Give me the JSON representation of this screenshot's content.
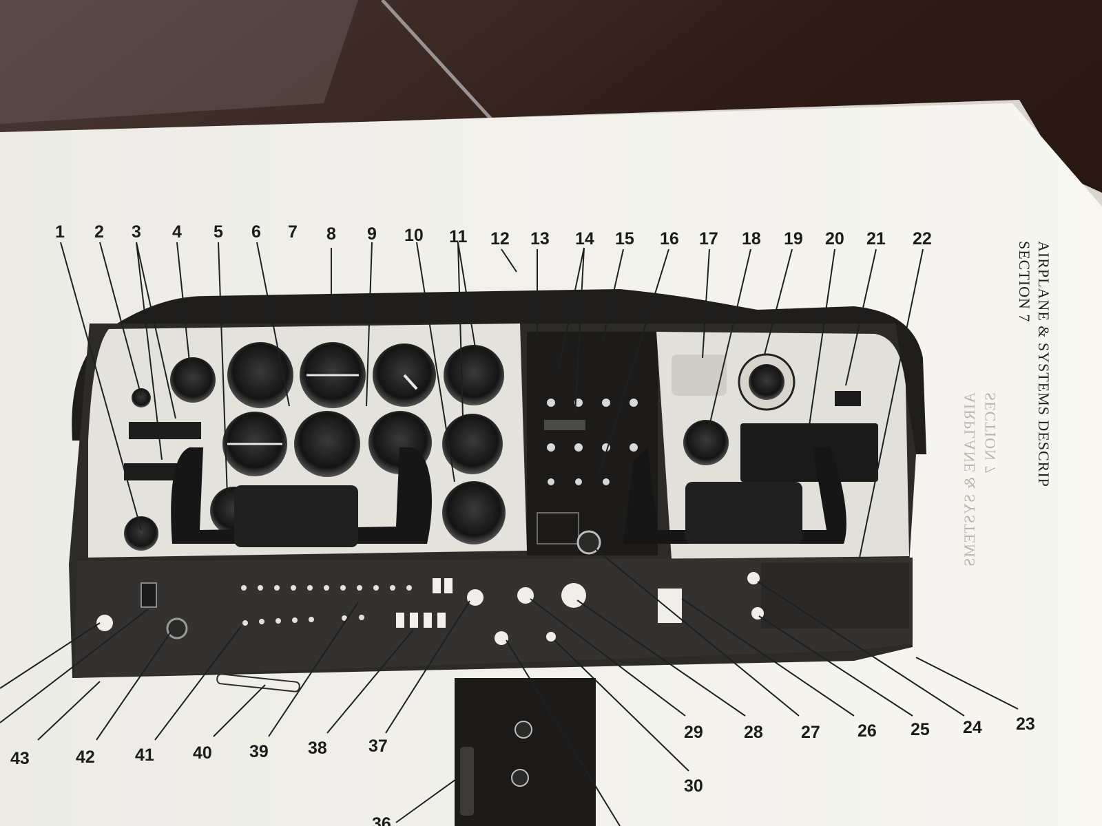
{
  "header": {
    "section": "SECTION 7",
    "title": "AIRPLANE & SYSTEMS DESCRIP"
  },
  "bleed_through": {
    "line1": "AIRPLANE & SYSTEMS",
    "line2": "SECTION 7"
  },
  "callouts": [
    "1",
    "2",
    "3",
    "4",
    "5",
    "6",
    "7",
    "8",
    "9",
    "10",
    "11",
    "12",
    "13",
    "14",
    "15",
    "16",
    "17",
    "18",
    "19",
    "20",
    "21",
    "22",
    "23",
    "24",
    "25",
    "26",
    "27",
    "28",
    "29",
    "30",
    "36",
    "37",
    "38",
    "39",
    "40",
    "41",
    "42",
    "43"
  ],
  "colors": {
    "desk": "#2a1812",
    "paper": "#f3f1ea",
    "panel_frame": "#2c2b29",
    "panel_face": "#e6e4de",
    "instrument": "#1b1b1b"
  }
}
